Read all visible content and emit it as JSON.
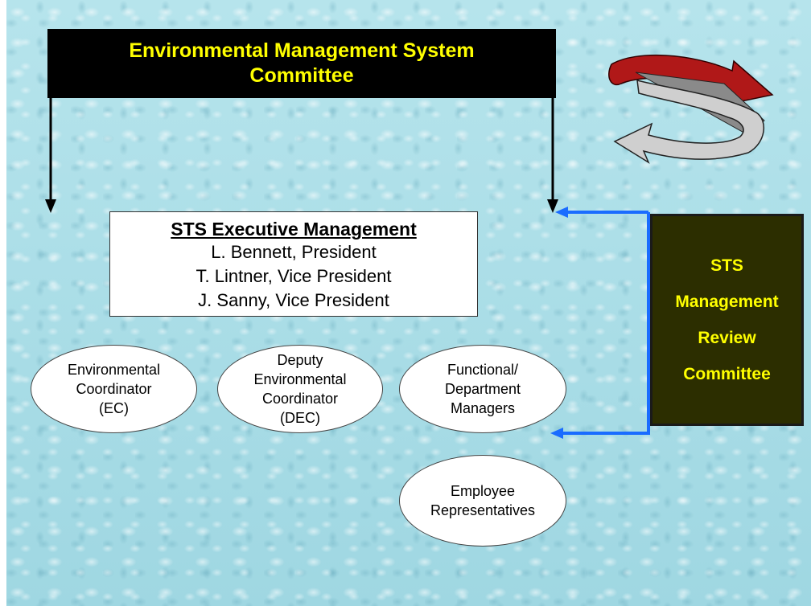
{
  "title": {
    "line1": "Environmental Management System",
    "line2": "Committee"
  },
  "executive": {
    "heading": "STS Executive Management",
    "members": [
      "L. Bennett, President",
      "T. Lintner, Vice President",
      "J. Sanny, Vice President"
    ]
  },
  "roles": {
    "environmental_coordinator": "Environmental\nCoordinator\n(EC)",
    "deputy_coordinator": "Deputy\nEnvironmental\nCoordinator\n(DEC)",
    "functional_managers": "Functional/\nDepartment\nManagers",
    "employee_representatives": "Employee\nRepresentatives"
  },
  "review_committee": {
    "lines": [
      "STS",
      "Management",
      "Review",
      "Committee"
    ]
  },
  "colors": {
    "title_background": "#000000",
    "title_text": "#ffff00",
    "review_background": "#2c2e00",
    "connector_blue": "#1a6cff",
    "water_background": "#a9dde6",
    "cycle_red": "#b01818",
    "cycle_gray": "#b8b8b8"
  },
  "icons": {
    "cycle": "circular-arrows-icon"
  }
}
